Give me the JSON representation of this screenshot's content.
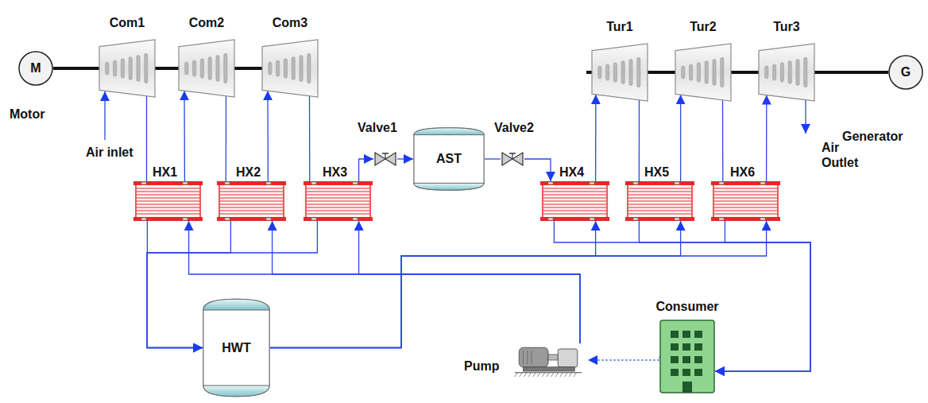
{
  "diagram": {
    "nodes": [
      {
        "text": [
          "M",
          "Motor"
        ]
      },
      {
        "text": [
          "Com1"
        ]
      },
      {
        "text": [
          "Com2"
        ]
      },
      {
        "text": [
          "Com3"
        ]
      },
      {
        "text": [
          "Tur1"
        ]
      },
      {
        "text": [
          "Tur2"
        ]
      },
      {
        "text": [
          "Tur3"
        ]
      },
      {
        "text": [
          "G",
          "Generator"
        ]
      },
      {
        "text": [
          "HX1"
        ]
      },
      {
        "text": [
          "HX2"
        ]
      },
      {
        "text": [
          "HX3"
        ]
      },
      {
        "text": [
          "Valve1"
        ]
      },
      {
        "text": [
          "AST"
        ]
      },
      {
        "text": [
          "Valve2"
        ]
      },
      {
        "text": [
          "HX4"
        ]
      },
      {
        "text": [
          "HX5"
        ]
      },
      {
        "text": [
          "HX6"
        ]
      },
      {
        "text": [
          "HWT"
        ]
      },
      {
        "text": [
          "Pump"
        ]
      },
      {
        "text": [
          "Consumer"
        ]
      }
    ],
    "edges": [
      {
        "from": 0,
        "to": 1,
        "arrow": "none"
      },
      {
        "from": 1,
        "to": 2,
        "arrow": "none"
      },
      {
        "from": 2,
        "to": 3,
        "arrow": "none"
      },
      {
        "from": 1,
        "to": 8,
        "arrow": "none"
      },
      {
        "from": 8,
        "to": 2,
        "arrow": "to"
      },
      {
        "from": 2,
        "to": 9,
        "arrow": "none"
      },
      {
        "from": 9,
        "to": 3,
        "arrow": "to"
      },
      {
        "from": 3,
        "to": 10,
        "arrow": "none"
      },
      {
        "from": 10,
        "to": 11,
        "arrow": "to"
      },
      {
        "from": 11,
        "to": 12,
        "arrow": "to"
      },
      {
        "from": 12,
        "to": 13,
        "arrow": "none"
      },
      {
        "from": 13,
        "to": 14,
        "arrow": "to"
      },
      {
        "from": 14,
        "to": 4,
        "arrow": "to"
      },
      {
        "from": 4,
        "to": 15,
        "arrow": "none"
      },
      {
        "from": 15,
        "to": 5,
        "arrow": "to"
      },
      {
        "from": 5,
        "to": 16,
        "arrow": "none"
      },
      {
        "from": 16,
        "to": 6,
        "arrow": "to"
      },
      {
        "from": 4,
        "to": 5,
        "arrow": "none"
      },
      {
        "from": 5,
        "to": 6,
        "arrow": "none"
      },
      {
        "from": 6,
        "to": 7,
        "arrow": "none"
      },
      {
        "from": 8,
        "to": 17,
        "arrow": "to"
      },
      {
        "from": 9,
        "to": 17,
        "arrow": "to"
      },
      {
        "from": 10,
        "to": 17,
        "arrow": "to"
      },
      {
        "from": 17,
        "to": 14,
        "arrow": "to"
      },
      {
        "from": 17,
        "to": 15,
        "arrow": "to"
      },
      {
        "from": 17,
        "to": 16,
        "arrow": "to"
      },
      {
        "from": 14,
        "to": 19,
        "arrow": "to"
      },
      {
        "from": 15,
        "to": 19,
        "arrow": "to"
      },
      {
        "from": 16,
        "to": 19,
        "arrow": "to"
      },
      {
        "from": 18,
        "to": 8,
        "arrow": "to"
      },
      {
        "from": 18,
        "to": 9,
        "arrow": "to"
      },
      {
        "from": 18,
        "to": 10,
        "arrow": "to"
      },
      {
        "from": 19,
        "to": 18,
        "arrow": "to"
      }
    ],
    "labels": [
      "Air inlet",
      "Air Outlet"
    ]
  }
}
